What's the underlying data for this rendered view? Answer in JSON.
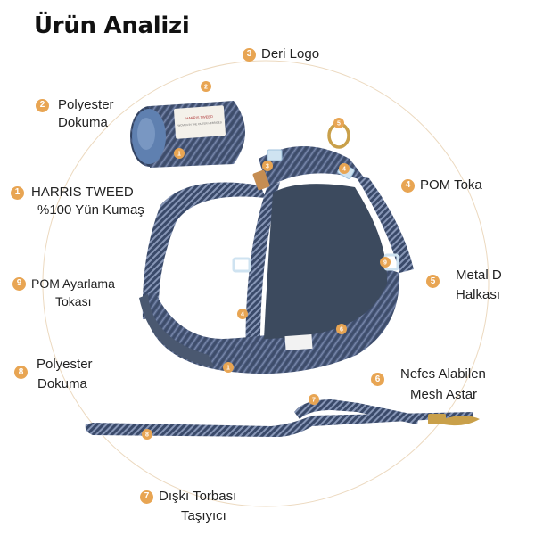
{
  "title": "Ürün Analizi",
  "accent_color": "#e8a553",
  "callouts": [
    {
      "num": "3",
      "line1": "Deri Logo",
      "line2": ""
    },
    {
      "num": "2",
      "line1": "Polyester",
      "line2": "Dokuma"
    },
    {
      "num": "1",
      "line1": "HARRIS TWEED",
      "line2": "%100 Yün Kumaş"
    },
    {
      "num": "9",
      "line1": "POM Ayarlama",
      "line2": "Tokası"
    },
    {
      "num": "8",
      "line1": "Polyester",
      "line2": "Dokuma"
    },
    {
      "num": "4",
      "line1": "POM Toka",
      "line2": ""
    },
    {
      "num": "5",
      "line1": "Metal D",
      "line2": "Halkası"
    },
    {
      "num": "6",
      "line1": "Nefes Alabilen",
      "line2": "Mesh Astar"
    },
    {
      "num": "7",
      "line1": "Dışkı Torbası",
      "line2": "Taşıyıcı"
    }
  ],
  "product_markers": [
    "2",
    "1",
    "5",
    "3",
    "4",
    "9",
    "4",
    "6",
    "1",
    "7",
    "8"
  ],
  "product_badge_lines": [
    "HARRIS TWEED",
    "WOVEN IN THE OUTER HEBRIDES"
  ]
}
